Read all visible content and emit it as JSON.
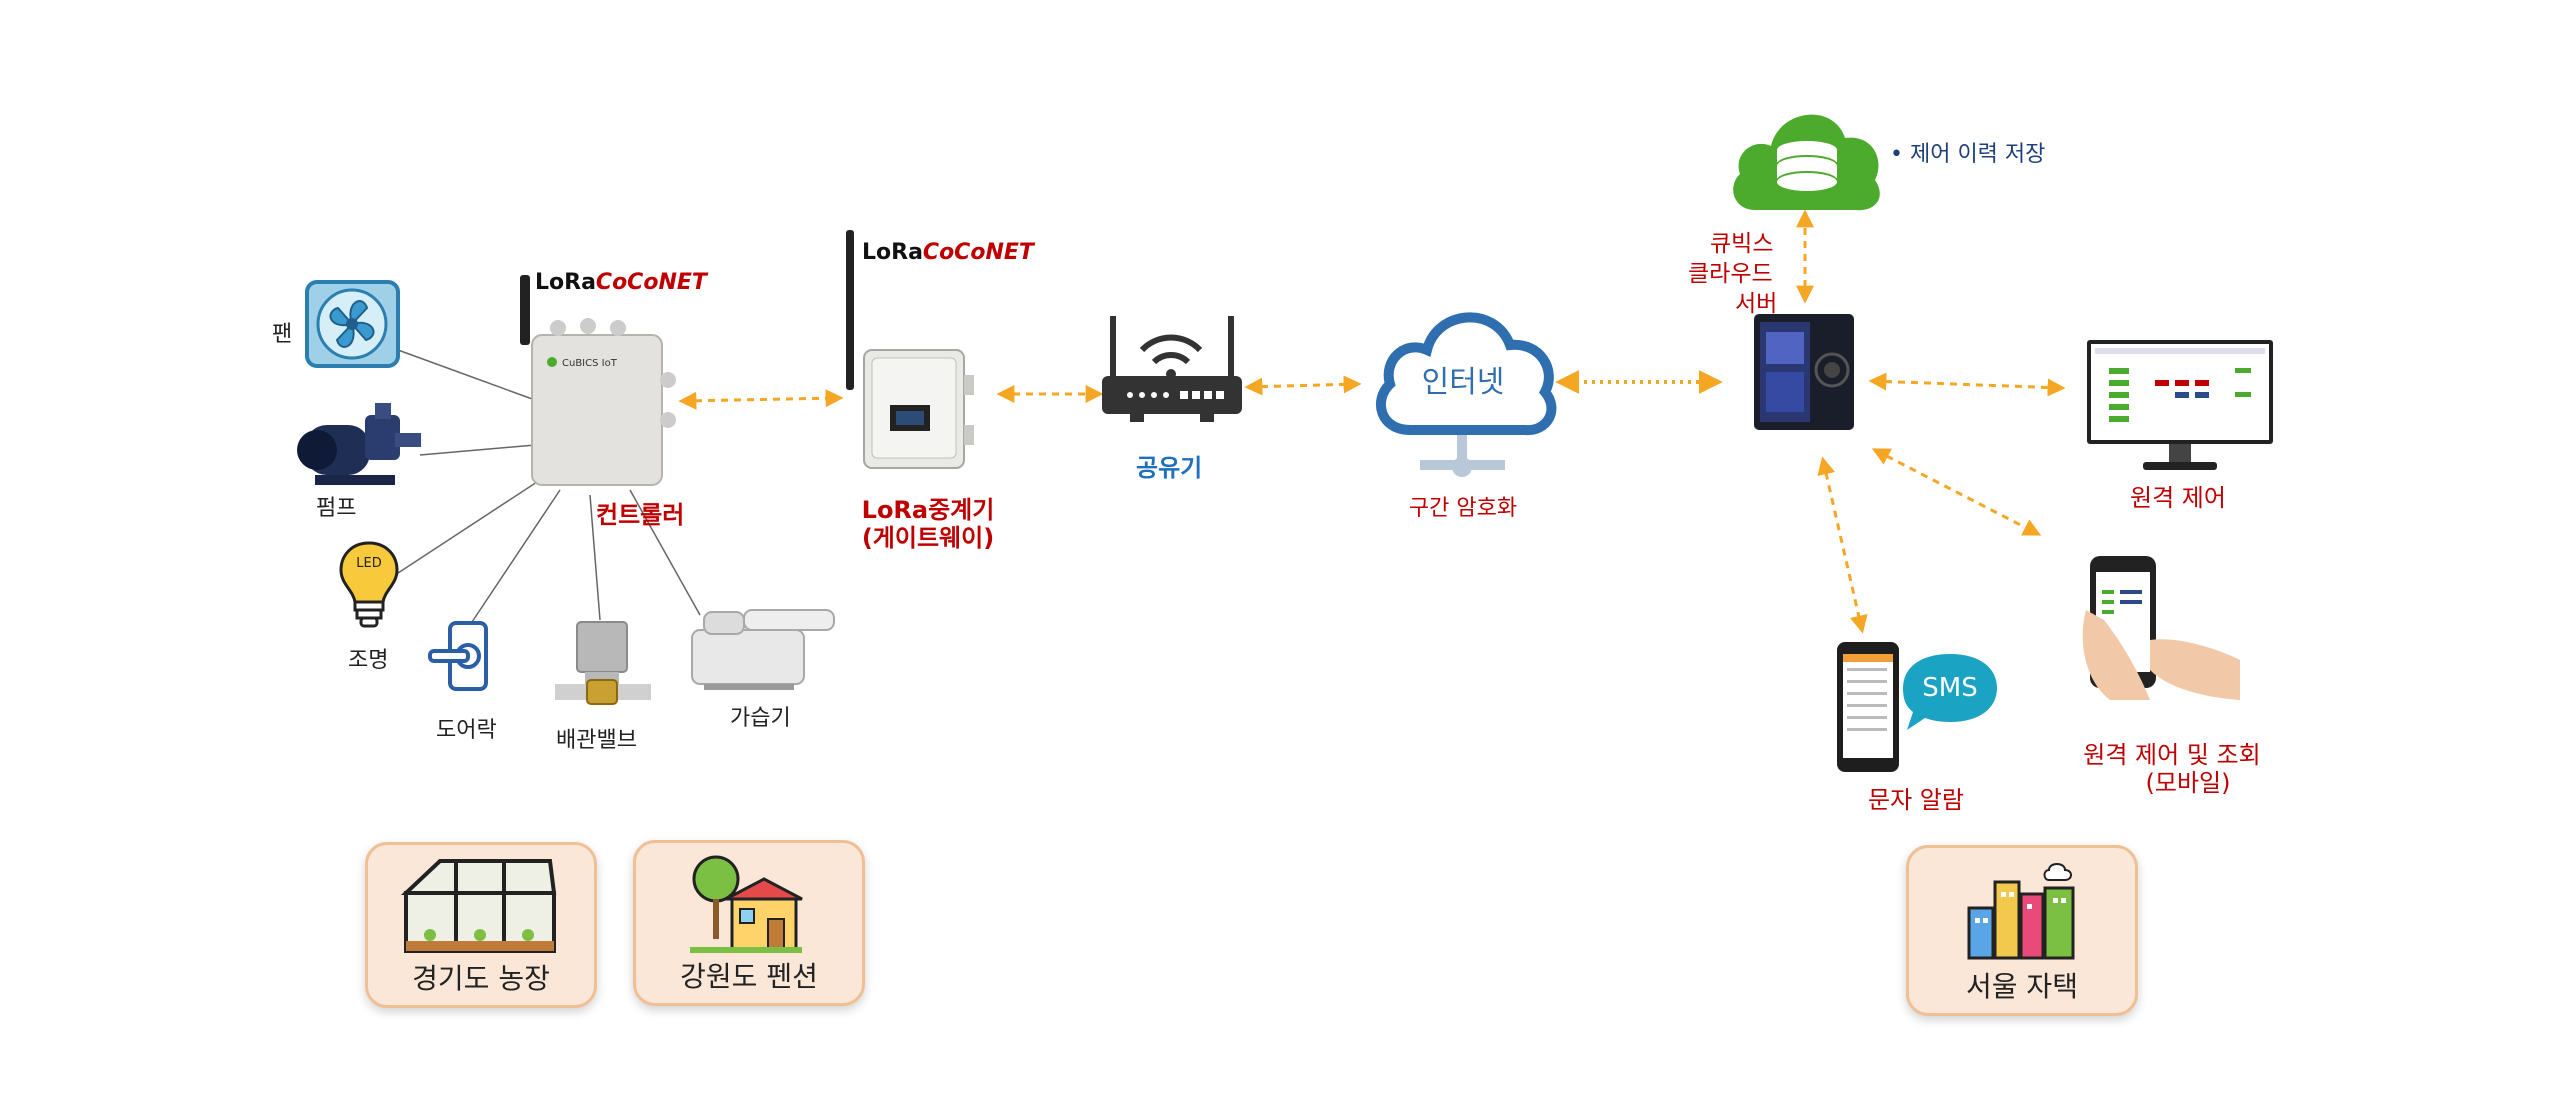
{
  "brand": {
    "lora": "LoRa",
    "coconet": "CoCoNET"
  },
  "devices": {
    "fan": "팬",
    "pump": "펌프",
    "light": "조명",
    "door_lock": "도어락",
    "pipe_valve": "배관밸브",
    "humidifier": "가습기",
    "led": "LED"
  },
  "nodes": {
    "controller": "컨트롤러",
    "gateway_line1": "LoRa중계기",
    "gateway_line2": "(게이트웨이)",
    "router": "공유기",
    "internet": "인터넷",
    "encryption": "구간 암호화",
    "server_line1": "큐빅스",
    "server_line2": "클라우드",
    "server_line3": "서버",
    "history": "• 제어 이력 저장",
    "remote_control": "원격 제어",
    "remote_mobile_line1": "원격 제어 및 조회",
    "remote_mobile_line2": "(모바일)",
    "sms": "SMS",
    "sms_alarm": "문자 알람"
  },
  "locations": {
    "farm": "경기도 농장",
    "pension": "강원도 펜션",
    "home": "서울 자택"
  },
  "colors": {
    "arrow": "#f5a623",
    "label_red": "#c00000",
    "router_blue": "#1f6fbf",
    "cloud_blue": "#2f6fb0",
    "cloud_green": "#4caa2c",
    "card_bg": "#fbe7d7"
  }
}
